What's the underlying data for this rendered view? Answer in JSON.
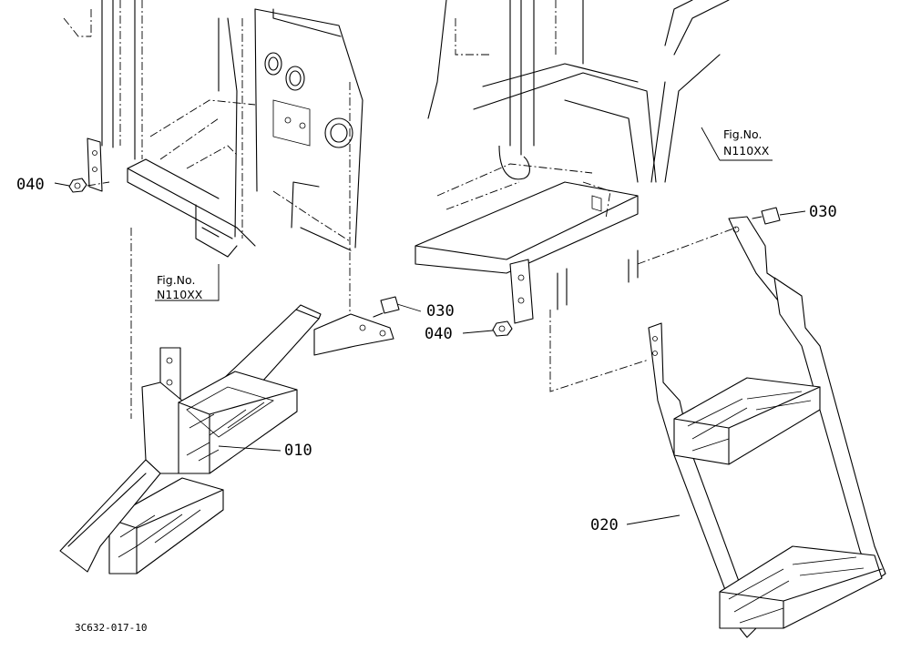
{
  "parts": {
    "p010": "010",
    "p020": "020",
    "p030_left": "030",
    "p030_right": "030",
    "p040_left": "040",
    "p040_right": "040"
  },
  "refs": {
    "left_fig": "Fig.No.",
    "left_no": "N110XX",
    "right_fig": "Fig.No.",
    "right_no": "N110XX"
  },
  "caption": "3C632-017-10",
  "colors": {
    "line": "#000000",
    "background": "#ffffff"
  }
}
